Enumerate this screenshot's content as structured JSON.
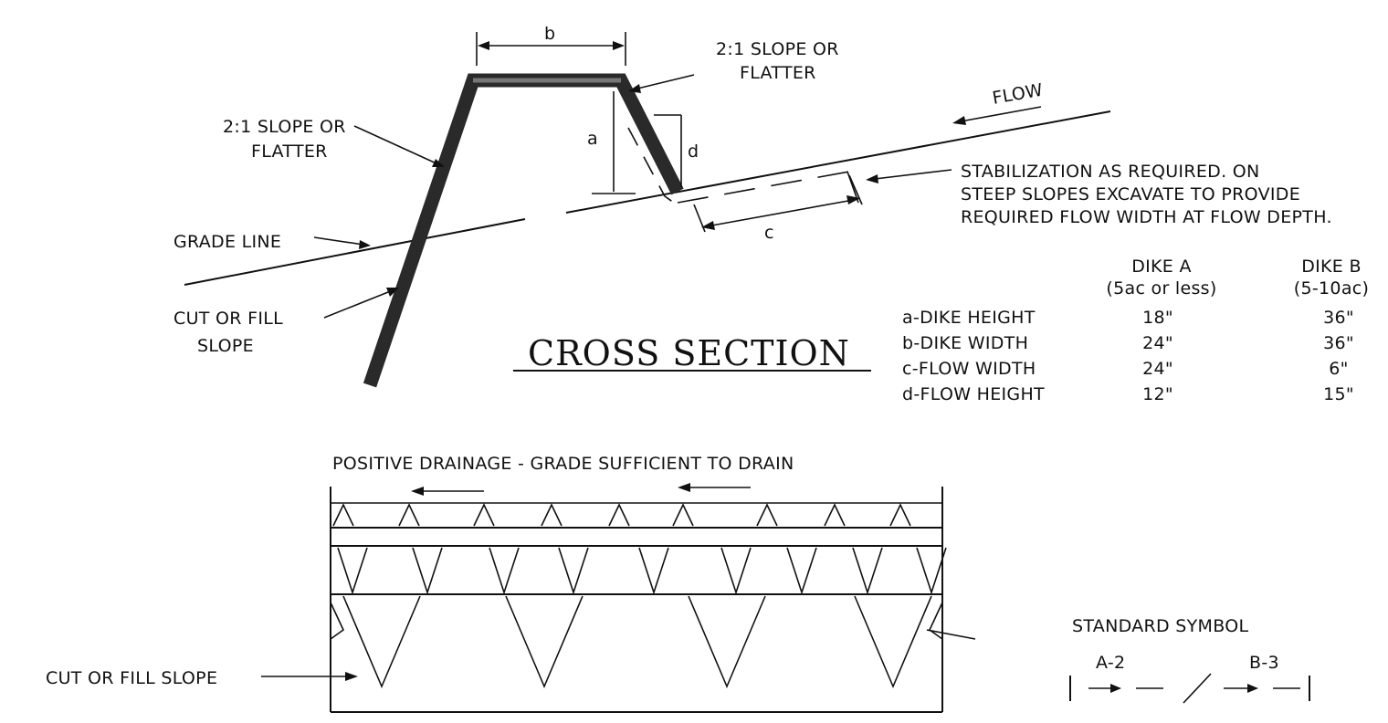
{
  "drawing": {
    "dim_b": "b",
    "dim_a": "a",
    "dim_d": "d",
    "dim_c": "c",
    "top_slope_label": [
      "2:1 SLOPE OR",
      "FLATTER"
    ],
    "left_slope_label": [
      "2:1 SLOPE OR",
      "FLATTER"
    ],
    "flow_label": "FLOW",
    "grade_line_label": "GRADE LINE",
    "cut_fill_label_top": [
      "CUT OR FILL",
      "SLOPE"
    ],
    "stabilization_note": [
      "STABILIZATION AS REQUIRED.  ON",
      "STEEP SLOPES EXCAVATE TO PROVIDE",
      "REQUIRED FLOW WIDTH AT FLOW DEPTH."
    ],
    "section_title": "CROSS SECTION",
    "plan_note": "POSITIVE DRAINAGE - GRADE SUFFICIENT TO DRAIN",
    "cut_fill_label_bottom": "CUT OR FILL SLOPE",
    "symbol_title": "STANDARD SYMBOL",
    "symbol_left": "A-2",
    "symbol_right": "B-3"
  },
  "dike_table": {
    "columns": [
      {
        "name": "DIKE A",
        "sub": "(5ac or less)"
      },
      {
        "name": "DIKE B",
        "sub": "(5-10ac)"
      }
    ],
    "rows": [
      {
        "label": "a-DIKE HEIGHT",
        "a": "18\"",
        "b": "36\""
      },
      {
        "label": "b-DIKE WIDTH",
        "a": "24\"",
        "b": "36\""
      },
      {
        "label": "c-FLOW WIDTH",
        "a": "24\"",
        "b": "6\""
      },
      {
        "label": "d-FLOW HEIGHT",
        "a": "12\"",
        "b": "15\""
      }
    ]
  }
}
